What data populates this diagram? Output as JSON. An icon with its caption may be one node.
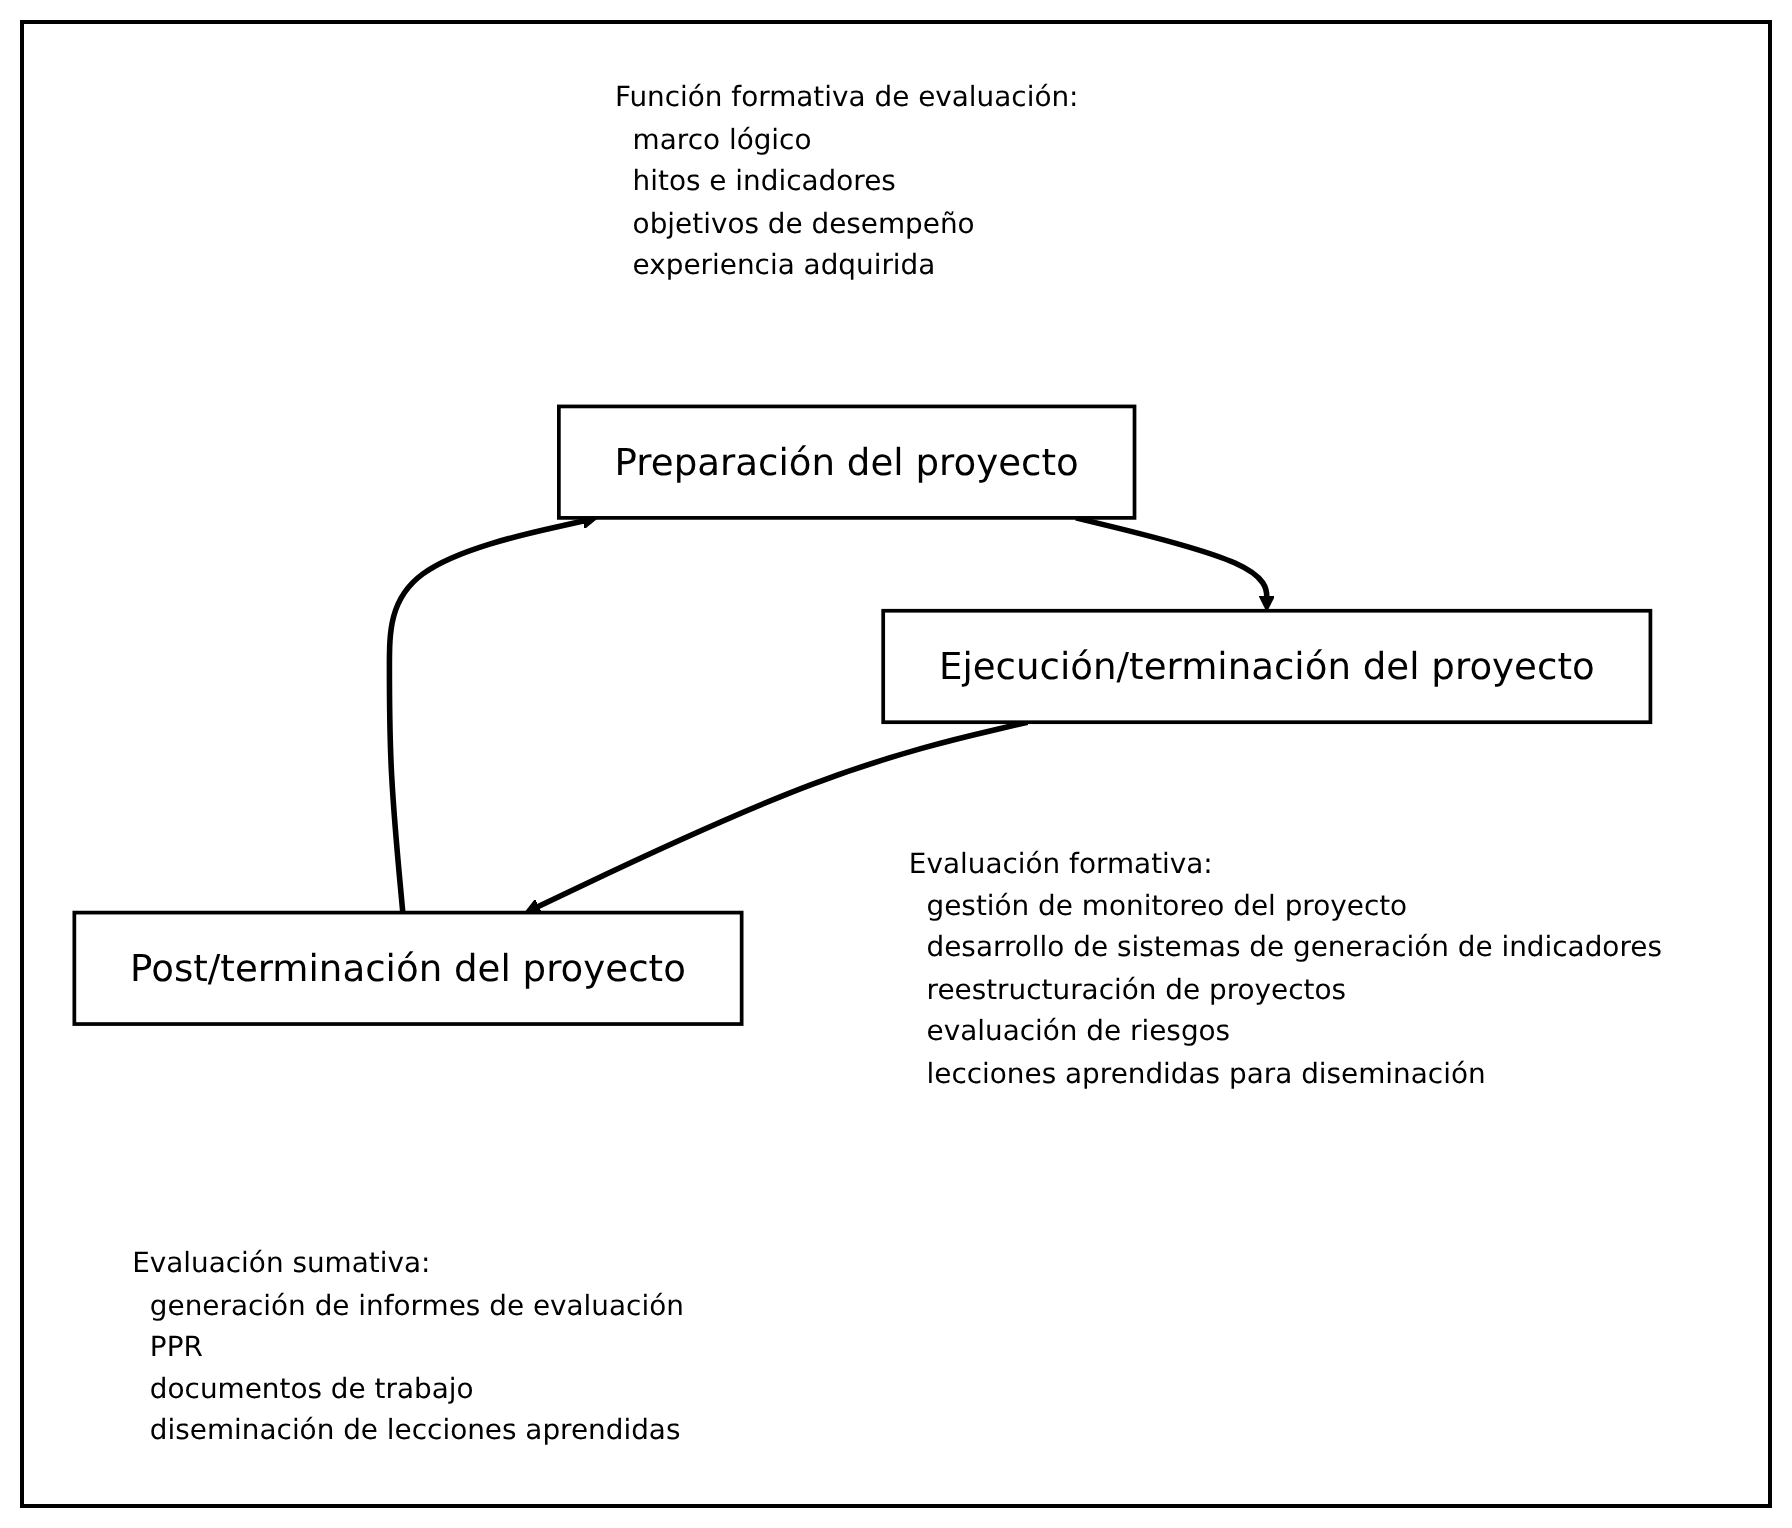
{
  "diagram": {
    "nodes": [
      {
        "text": [
          "Preparación del proyecto"
        ],
        "beside": [
          "Función formativa de evaluación:",
          "marco lógico",
          "hitos e indicadores",
          "objetivos de desempeño",
          "experiencia adquirida"
        ]
      },
      {
        "text": [
          "Post/terminación del proyecto"
        ],
        "beside": [
          "Evaluación sumativa:",
          "generación de informes de evaluación",
          "PPR",
          "documentos de trabajo",
          "diseminación de lecciones aprendidas"
        ]
      },
      {
        "text": [
          "Ejecución/terminación del proyecto"
        ],
        "beside": [
          "Evaluación formativa:",
          "gestión de monitoreo del proyecto",
          "desarrollo de sistemas de generación de indicadores",
          "reestructuración de proyectos",
          "evaluación de riesgos",
          "lecciones aprendidas para diseminación"
        ]
      }
    ],
    "edges": [
      {
        "from": 0,
        "to": 2,
        "arrow": "to"
      },
      {
        "from": 2,
        "to": 1,
        "arrow": "to"
      },
      {
        "from": 1,
        "to": 0,
        "arrow": "to"
      }
    ]
  }
}
